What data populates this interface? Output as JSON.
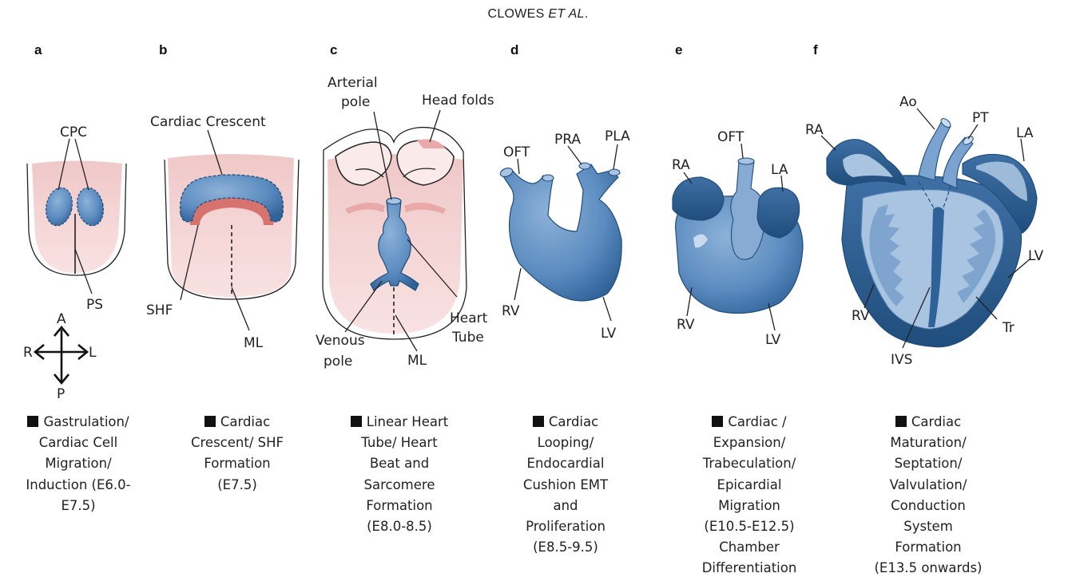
{
  "header": {
    "text": "CLOWES ",
    "italic": "ET AL",
    "tail": "."
  },
  "panels": {
    "a": {
      "letter": "a",
      "labels": {
        "cpc": "CPC",
        "ps": "PS"
      },
      "axes": {
        "a": "A",
        "p": "P",
        "r": "R",
        "l": "L"
      },
      "caption": [
        "Gastrulation/",
        "Cardiac Cell",
        "Migration/",
        "Induction (E6.0-",
        "E7.5)"
      ]
    },
    "b": {
      "letter": "b",
      "labels": {
        "crescent": "Cardiac Crescent",
        "shf": "SHF",
        "ml": "ML"
      },
      "caption": [
        "Cardiac",
        "Crescent/ SHF",
        "Formation",
        "(E7.5)"
      ]
    },
    "c": {
      "letter": "c",
      "labels": {
        "arterial1": "Arterial",
        "arterial2": "pole",
        "head": "Head folds",
        "venous1": "Venous",
        "venous2": "pole",
        "ml": "ML",
        "heart1": "Heart",
        "heart2": "Tube"
      },
      "caption": [
        "Linear Heart",
        "Tube/ Heart",
        "Beat and",
        "Sarcomere",
        "Formation",
        "(E8.0-8.5)"
      ]
    },
    "d": {
      "letter": "d",
      "labels": {
        "oft": "OFT",
        "pra": "PRA",
        "pla": "PLA",
        "rv": "RV",
        "lv": "LV"
      },
      "caption": [
        "Cardiac",
        "Looping/",
        "Endocardial",
        "Cushion EMT",
        "and",
        "Proliferation",
        "(E8.5-9.5)"
      ]
    },
    "e": {
      "letter": "e",
      "labels": {
        "oft": "OFT",
        "ra": "RA",
        "la": "LA",
        "rv": "RV",
        "lv": "LV"
      },
      "caption": [
        "Cardiac /",
        "Expansion/",
        "Trabeculation/",
        "Epicardial",
        "Migration",
        "(E10.5-E12.5)",
        "Chamber",
        "Differentiation"
      ]
    },
    "f": {
      "letter": "f",
      "labels": {
        "ao": "Ao",
        "pt": "PT",
        "ra": "RA",
        "la": "LA",
        "lv": "LV",
        "rv": "RV",
        "tr": "Tr",
        "ivs": "IVS"
      },
      "caption": [
        "Cardiac",
        "Maturation/",
        "Septation/",
        "Valvulation/",
        "Conduction",
        "System",
        "Formation",
        "(E13.5 onwards)"
      ]
    }
  },
  "colors": {
    "tissue": "#f6d6d6",
    "cardiac_blue": "#3d6fa0",
    "dark_blue": "#24517e",
    "shf_red": "#d6736f",
    "light_blue": "#a9c4e0",
    "outline": "#1a1a1a"
  }
}
